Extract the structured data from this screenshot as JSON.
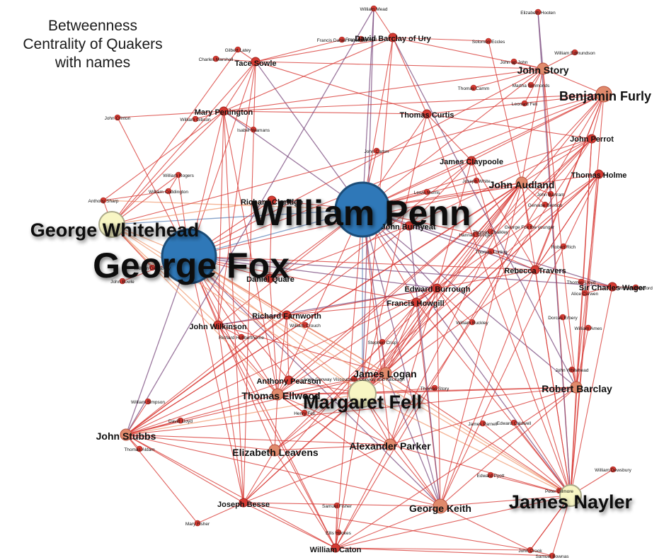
{
  "title_lines": [
    "Betweenness",
    "Centrality of Quakers",
    "with names"
  ],
  "colors": {
    "background": "#ffffff",
    "node_hub": "#2f78b8",
    "node_hub_stroke": "#1c4d78",
    "node_major": "#f8f6c4",
    "node_major_stroke": "#aaa98a",
    "node_mid": "#e08a6c",
    "node_minor": "#d53a32",
    "edge_red": "#d83a34",
    "edge_orange": "#f09b72",
    "edge_purple": "#7a4a7e",
    "edge_blue": "#5f84b8",
    "label": "#111111"
  },
  "nodes": [
    {
      "id": "wpenn",
      "label": "William Penn",
      "tier": "hub"
    },
    {
      "id": "gfox",
      "label": "George Fox",
      "tier": "hub"
    },
    {
      "id": "mfell",
      "label": "Margaret Fell",
      "tier": "major"
    },
    {
      "id": "gwhite",
      "label": "George Whitehead",
      "tier": "major"
    },
    {
      "id": "jnayler",
      "label": "James Nayler",
      "tier": "major"
    },
    {
      "id": "bfurly",
      "label": "Benjamin Furly",
      "tier": "mid"
    },
    {
      "id": "gkeith",
      "label": "George Keith",
      "tier": "mid"
    },
    {
      "id": "jaudland",
      "label": "John Audland",
      "tier": "mid"
    },
    {
      "id": "jstory",
      "label": "John Story",
      "tier": "mid"
    },
    {
      "id": "rbarclay",
      "label": "Robert Barclay",
      "tier": "mid"
    },
    {
      "id": "jstubbs",
      "label": "John Stubbs",
      "tier": "mid"
    },
    {
      "id": "eleavens",
      "label": "Elizabeth Leavens",
      "tier": "mid"
    },
    {
      "id": "tellwood",
      "label": "Thomas Ellwood",
      "tier": "mid"
    },
    {
      "id": "aparker",
      "label": "Alexander Parker",
      "tier": "mid"
    },
    {
      "id": "jlogan",
      "label": "James Logan",
      "tier": "mid"
    },
    {
      "id": "jperrot",
      "label": "John Perrot",
      "tier": "minor"
    },
    {
      "id": "thomle",
      "label": "Thomas Holme",
      "tier": "minor"
    },
    {
      "id": "rtravers",
      "label": "Rebecca Travers",
      "tier": "minor"
    },
    {
      "id": "eburrough",
      "label": "Edward Burrough",
      "tier": "minor"
    },
    {
      "id": "fhowgill",
      "label": "Francis Howgill",
      "tier": "minor"
    },
    {
      "id": "jwilkinson",
      "label": "John Wilkinson",
      "tier": "minor"
    },
    {
      "id": "rfarnworth",
      "label": "Richard Farnworth",
      "tier": "minor"
    },
    {
      "id": "apearson",
      "label": "Anthony Pearson",
      "tier": "minor"
    },
    {
      "id": "mpenington",
      "label": "Mary Penington",
      "tier": "minor"
    },
    {
      "id": "tcurtis",
      "label": "Thomas Curtis",
      "tier": "minor"
    },
    {
      "id": "dbarclay",
      "label": "David Barclay of Ury",
      "tier": "minor"
    },
    {
      "id": "tlowe",
      "label": "Tace Sowle",
      "tier": "minor"
    },
    {
      "id": "jclaypoole",
      "label": "James Claypoole",
      "tier": "minor"
    },
    {
      "id": "scwager",
      "label": "Sir Charles Wager",
      "tier": "minor"
    },
    {
      "id": "wcaton",
      "label": "William Caton",
      "tier": "minor"
    },
    {
      "id": "jbesse",
      "label": "Joseph Besse",
      "tier": "minor"
    },
    {
      "id": "rclaridge",
      "label": "Richard Claridge",
      "tier": "minor"
    },
    {
      "id": "dquare",
      "label": "Daniel Quare",
      "tier": "minor"
    },
    {
      "id": "jburnyeat",
      "label": "John Burnyeat",
      "tier": "minor"
    },
    {
      "id": "wmead",
      "label": "William Mead",
      "tier": "tiny"
    },
    {
      "id": "ehooten",
      "label": "Elizabeth Hooten",
      "tier": "tiny"
    },
    {
      "id": "secles",
      "label": "Solomon Eccles",
      "tier": "tiny"
    },
    {
      "id": "wedmundson",
      "label": "William Edmundson",
      "tier": "tiny"
    },
    {
      "id": "jjohn",
      "label": "John ap John",
      "tier": "tiny"
    },
    {
      "id": "tcamm",
      "label": "Thomas Camm",
      "tier": "tiny"
    },
    {
      "id": "mgiddons",
      "label": "Martha Simmonds",
      "tier": "tiny"
    },
    {
      "id": "lfell",
      "label": "Leonard Fell",
      "tier": "tiny"
    },
    {
      "id": "glatey",
      "label": "Gilbert Latey",
      "tier": "tiny"
    },
    {
      "id": "cmarshall",
      "label": "Charles Marshall",
      "tier": "tiny"
    },
    {
      "id": "fhowgill2",
      "label": "Francis Howgill",
      "tier": "tiny"
    },
    {
      "id": "jcrinton",
      "label": "John Crinton",
      "tier": "tiny"
    },
    {
      "id": "wgibson",
      "label": "William Gibson",
      "tier": "tiny"
    },
    {
      "id": "icamm",
      "label": "Isabel Yeamans",
      "tier": "tiny"
    },
    {
      "id": "jcamm",
      "label": "John Camm",
      "tier": "tiny"
    },
    {
      "id": "wrogers",
      "label": "William Rogers",
      "tier": "tiny"
    },
    {
      "id": "wcoddington",
      "label": "William Coddington",
      "tier": "tiny"
    },
    {
      "id": "asharp",
      "label": "Anthony Sharp",
      "tier": "tiny"
    },
    {
      "id": "wdewsbury",
      "label": "William Dewsbury",
      "tier": "tiny"
    },
    {
      "id": "jbowle",
      "label": "John Bowle",
      "tier": "tiny"
    },
    {
      "id": "lcross",
      "label": "Lewis Morris",
      "tier": "tiny"
    },
    {
      "id": "jwhite",
      "label": "Joseph White",
      "tier": "tiny"
    },
    {
      "id": "hstringer",
      "label": "Hannah Stringer",
      "tier": "tiny"
    },
    {
      "id": "jbartram",
      "label": "John Bartram",
      "tier": "tiny"
    },
    {
      "id": "gbenezet",
      "label": "Gervase Benson",
      "tier": "tiny"
    },
    {
      "id": "gfoxyounger",
      "label": "George Fox the younger",
      "tier": "tiny"
    },
    {
      "id": "rrich",
      "label": "Robert Rich",
      "tier": "tiny"
    },
    {
      "id": "tlodbutt",
      "label": "Thomas Lloyd",
      "tier": "tiny"
    },
    {
      "id": "aellis",
      "label": "Alice Curwen",
      "tier": "tiny"
    },
    {
      "id": "wbradford",
      "label": "William Bradford",
      "tier": "tiny"
    },
    {
      "id": "dcrisp",
      "label": "Dorcas Erbery",
      "tier": "tiny"
    },
    {
      "id": "wames",
      "label": "William Ames",
      "tier": "tiny"
    },
    {
      "id": "wbuckley",
      "label": "William Buckley",
      "tier": "tiny"
    },
    {
      "id": "wcrouch",
      "label": "William Crouch",
      "tier": "tiny"
    },
    {
      "id": "rhubberthorne",
      "label": "Richard Hubberthorne",
      "tier": "tiny"
    },
    {
      "id": "scrisp",
      "label": "Stephen Crisp",
      "tier": "tiny"
    },
    {
      "id": "acmonway",
      "label": "Anne Conway Viscountess Conway and Killultagh",
      "tier": "tiny"
    },
    {
      "id": "tstory",
      "label": "Thomas Story",
      "tier": "tiny"
    },
    {
      "id": "wwhitehead",
      "label": "John Whitehead",
      "tier": "tiny"
    },
    {
      "id": "tthurman",
      "label": "Thomas Lurting",
      "tier": "tiny"
    },
    {
      "id": "wsimpson",
      "label": "William Simpson",
      "tier": "tiny"
    },
    {
      "id": "dlloyd",
      "label": "David Lloyd",
      "tier": "tiny"
    },
    {
      "id": "hfarnworth",
      "label": "Henry Fell",
      "tier": "tiny"
    },
    {
      "id": "jparnell",
      "label": "James Parnell",
      "tier": "tiny"
    },
    {
      "id": "ecaldwell",
      "label": "Edward Caldwell",
      "tier": "tiny"
    },
    {
      "id": "talden",
      "label": "Thomas Aldam",
      "tier": "tiny"
    },
    {
      "id": "wlewsbury",
      "label": "William Dewsbury",
      "tier": "tiny"
    },
    {
      "id": "epyott",
      "label": "Edward Pyott",
      "tier": "tiny"
    },
    {
      "id": "pgilmore",
      "label": "Peter Gilmore",
      "tier": "tiny"
    },
    {
      "id": "sfisher",
      "label": "Samuel Fisher",
      "tier": "tiny"
    },
    {
      "id": "mfisher",
      "label": "Mary Fisher",
      "tier": "tiny"
    },
    {
      "id": "ehookes",
      "label": "Ellis Hookes",
      "tier": "tiny"
    },
    {
      "id": "jcrook",
      "label": "John Crook",
      "tier": "tiny"
    },
    {
      "id": "sbownas",
      "label": "Samuel Bownas",
      "tier": "tiny"
    },
    {
      "id": "wpennfr",
      "label": "Francis Daniel Pastorius",
      "tier": "tiny"
    },
    {
      "id": "jbolles",
      "label": "Thomas Chalkley",
      "tier": "tiny"
    }
  ]
}
